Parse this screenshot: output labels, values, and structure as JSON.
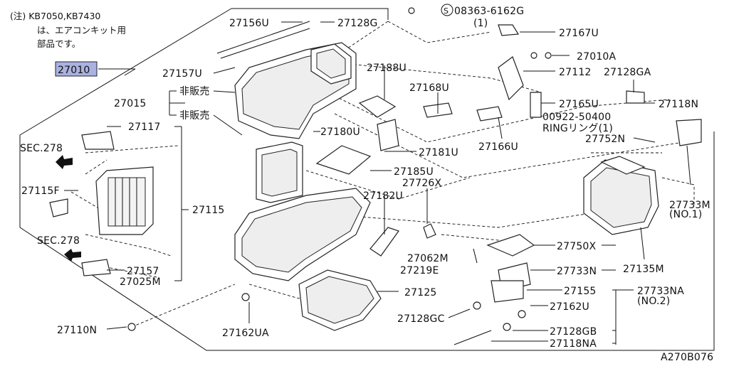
{
  "note": {
    "line1": "(注) KB7050,KB7430",
    "line2": "は、エアコンキット用",
    "line3": "部品です。"
  },
  "labels": {
    "p27010": "27010",
    "p27015": "27015",
    "hihan1": "非販売",
    "hihan2": "非販売",
    "p27156U": "27156U",
    "p27128G": "27128G",
    "screw": "08363-6162G",
    "screw_qty": "(1)",
    "p27157U": "27157U",
    "p27188U": "27188U",
    "p27167U": "27167U",
    "p27010A": "27010A",
    "p27112": "27112",
    "p27128GA": "27128GA",
    "p27168U": "27168U",
    "p27165U": "27165U",
    "p27118N": "27118N",
    "oring": "00922-50400",
    "oring_qty": "RINGリング(1)",
    "p27117": "27117",
    "p27180U": "27180U",
    "p27181U": "27181U",
    "p27166U": "27166U",
    "p27752N": "27752N",
    "sec278a": "SEC.278",
    "p27185U": "27185U",
    "p27726X": "27726X",
    "p27115F": "27115F",
    "p27182U": "27182U",
    "p27115": "27115",
    "p27733M": "27733M",
    "p27733M_no": "(NO.1)",
    "sec278b": "SEC.278",
    "p27750X": "27750X",
    "p27062M": "27062M",
    "p27219E": "27219E",
    "p27157": "27157",
    "p27025M": "27025M",
    "p27733N": "27733N",
    "p27135M": "27135M",
    "p27125": "27125",
    "p27155": "27155",
    "p27733NA": "27733NA",
    "p27733NA_no": "(NO.2)",
    "p27162U": "27162U",
    "p27128GC": "27128GC",
    "p27110N": "27110N",
    "p27162UA": "27162UA",
    "p27128GB": "27128GB",
    "p27118NA": "27118NA",
    "code": "A270B076"
  },
  "icons": {
    "screw_symbol": "S",
    "arrow": "filled-arrow"
  },
  "colors": {
    "highlight": "#aab2e0"
  }
}
